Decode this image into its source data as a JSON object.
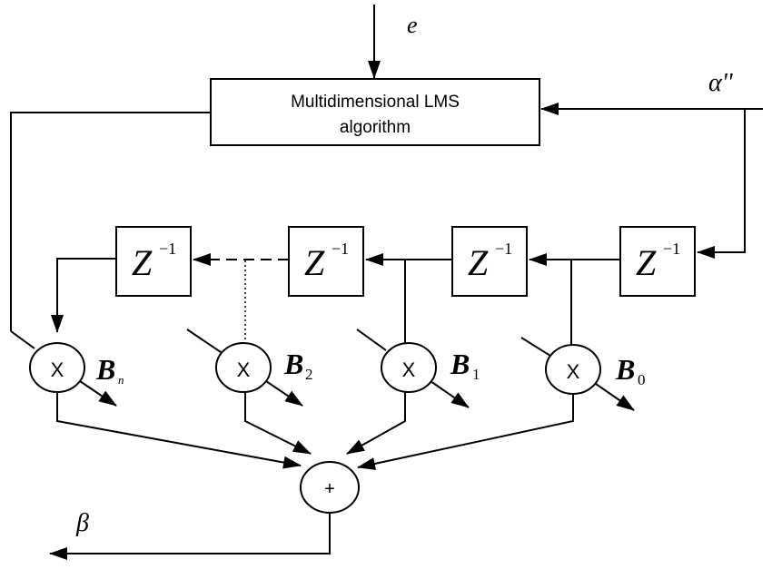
{
  "labels": {
    "error": "e",
    "reference": "α''",
    "output": "β",
    "lms_line1": "Multidimensional LMS",
    "lms_line2": "algorithm",
    "delay_base": "Z",
    "delay_exp": "−1",
    "multiply": "X",
    "sum": "+"
  },
  "taps": [
    {
      "letter": "B",
      "sub": "n"
    },
    {
      "letter": "B",
      "sub": "2"
    },
    {
      "letter": "B",
      "sub": "1"
    },
    {
      "letter": "B",
      "sub": "0"
    }
  ]
}
